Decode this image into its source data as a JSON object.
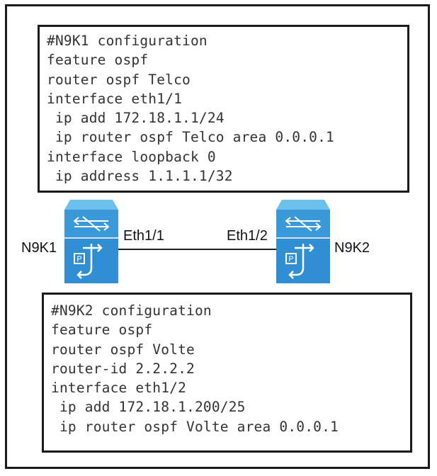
{
  "config1": {
    "lines": [
      "#N9K1 configuration",
      "feature ospf",
      "router ospf Telco",
      "interface eth1/1",
      " ip add 172.18.1.1/24",
      " ip router ospf Telco area 0.0.0.1",
      "interface loopback 0",
      " ip address 1.1.1.1/32"
    ]
  },
  "config2": {
    "lines": [
      "#N9K2 configuration",
      "feature ospf",
      "router ospf Volte",
      "router-id 2.2.2.2",
      "interface eth1/2",
      " ip add 172.18.1.200/25",
      " ip router ospf Volte area 0.0.0.1"
    ]
  },
  "devices": {
    "left": {
      "name": "N9K1",
      "port": "Eth1/1",
      "icon": "nexus-switch-icon"
    },
    "right": {
      "name": "N9K2",
      "port": "Eth1/2",
      "icon": "nexus-switch-icon"
    }
  },
  "colors": {
    "switch_top": "#5ab4e6",
    "switch_body": "#2f8fd2",
    "switch_dark": "#1f6fae",
    "border": "#1a1a1a"
  }
}
